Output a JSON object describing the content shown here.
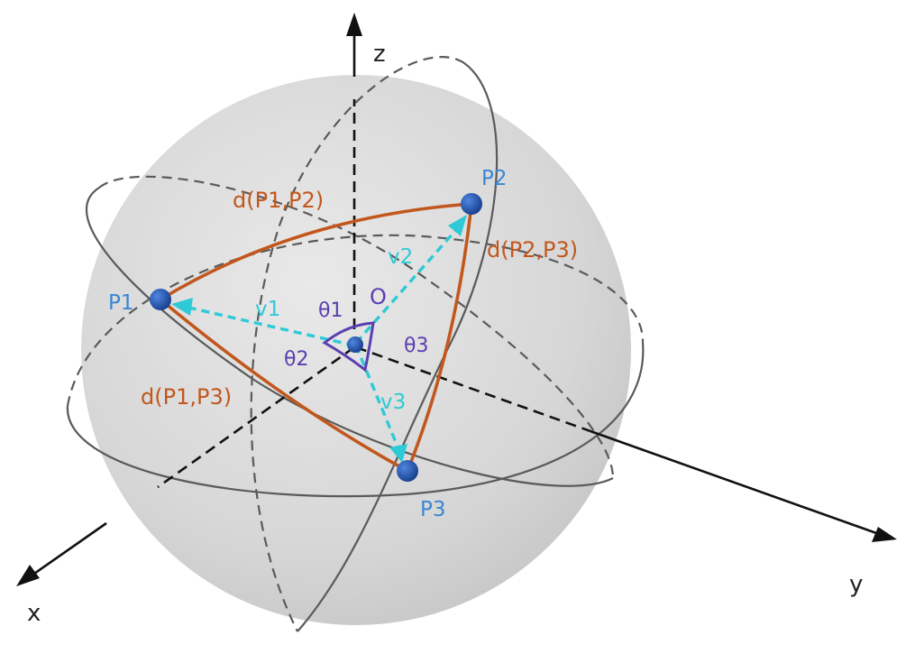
{
  "colors": {
    "sphere": "#d4d4d4",
    "great_circle": "#5a5a5a",
    "arc": "#c2571d",
    "vector": "#2ecad6",
    "angle": "#5a3fb0",
    "point": "#1e4da8",
    "point_label": "#3a86d4",
    "axis": "#111111",
    "text": "#222222"
  },
  "axes": {
    "x": "x",
    "y": "y",
    "z": "z"
  },
  "center_label": "O",
  "points": {
    "p1": "P1",
    "p2": "P2",
    "p3": "P3"
  },
  "vectors": {
    "v1": "v1",
    "v2": "v2",
    "v3": "v3"
  },
  "angles": {
    "t1": "θ1",
    "t2": "θ2",
    "t3": "θ3"
  },
  "distances": {
    "d12": "d(P1,P2)",
    "d23": "d(P2,P3)",
    "d13": "d(P1,P3)"
  }
}
